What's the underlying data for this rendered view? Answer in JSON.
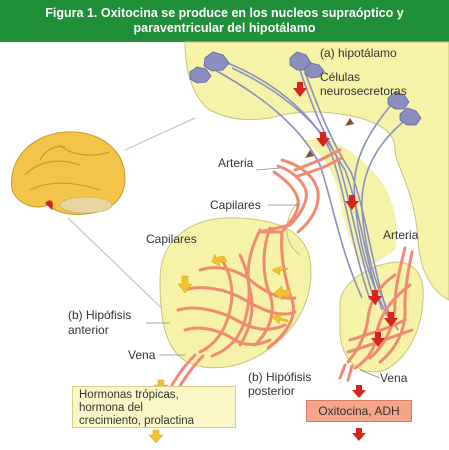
{
  "header": {
    "line1": "Figura 1. Oxitocina se produce en los nucleos supraóptico y",
    "line2": "paraventricular del hipotálamo"
  },
  "labels": {
    "hypothalamus": "(a) hipotálamo",
    "neurosecretory_1": "Células",
    "neurosecretory_2": "neurosecretoras",
    "artery_left": "Arteria",
    "capillaries_upper": "Capilares",
    "capillaries_lower": "Capilares",
    "artery_right": "Arteria",
    "anterior_1": "(b) Hipófisis",
    "anterior_2": "anterior",
    "vein_left": "Vena",
    "posterior_1": "(b) Hipófisis",
    "posterior_2": "posterior",
    "vein_right": "Vena"
  },
  "boxes": {
    "hormones_1": "Hormonas trópicas,",
    "hormones_2": "hormona del",
    "hormones_3": "crecimiento, prolactina",
    "oxytocin": "Oxitocina, ADH"
  },
  "colors": {
    "header": "#1f8f3a",
    "tissue": "#f6f2a8",
    "vessel": "#f08a70",
    "arrow_red": "#d9241c",
    "arrow_yellow": "#f2c12e",
    "neuron": "#8a8fc0",
    "brain": "#f3c34a"
  }
}
